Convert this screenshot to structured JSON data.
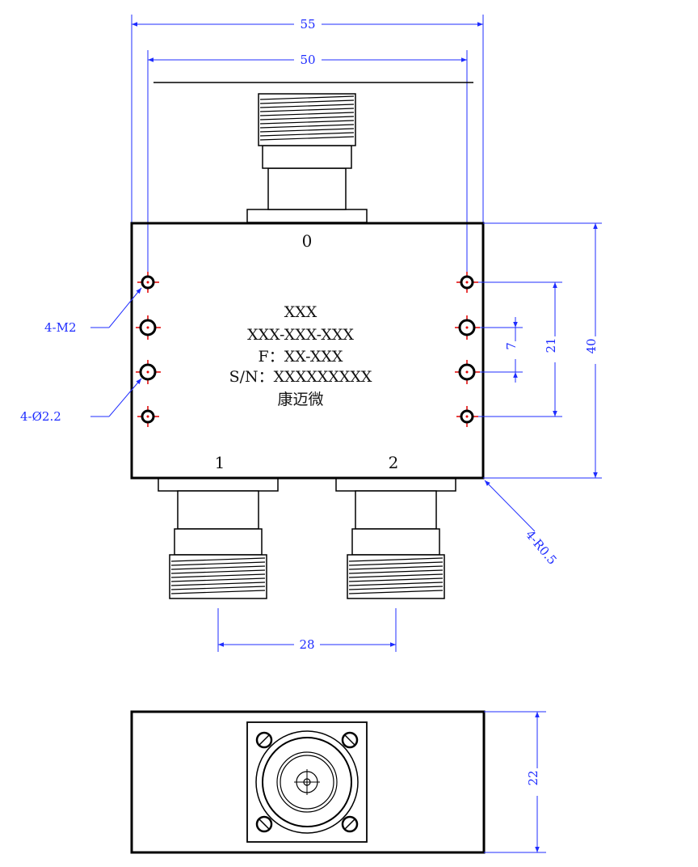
{
  "colors": {
    "outline": "#000000",
    "dimension": "#1f2dff",
    "hole_mark": "#e00000"
  },
  "top_view": {
    "ports": {
      "input": "0",
      "output_1": "1",
      "output_2": "2"
    },
    "labels": {
      "model_line_1": "XXX",
      "model_line_2": "XXX-XXX-XXX",
      "frequency": "F：XX-XXX",
      "serial": "S/N：XXXXXXXXX",
      "brand": "康迈微"
    },
    "dimensions": {
      "overall_width": "55",
      "hole_span": "50",
      "port_spacing": "28",
      "body_height": "40",
      "hole_outer_spacing": "21",
      "hole_inner_spacing": "7"
    },
    "callouts": {
      "threaded_holes": "4-M2",
      "through_holes": "4-Ø2.2",
      "corner_radius": "4-R0.5"
    }
  },
  "side_view": {
    "dimensions": {
      "thickness": "22"
    },
    "icons": [
      "n-type-connector-face-icon",
      "mounting-screw-icon"
    ]
  }
}
